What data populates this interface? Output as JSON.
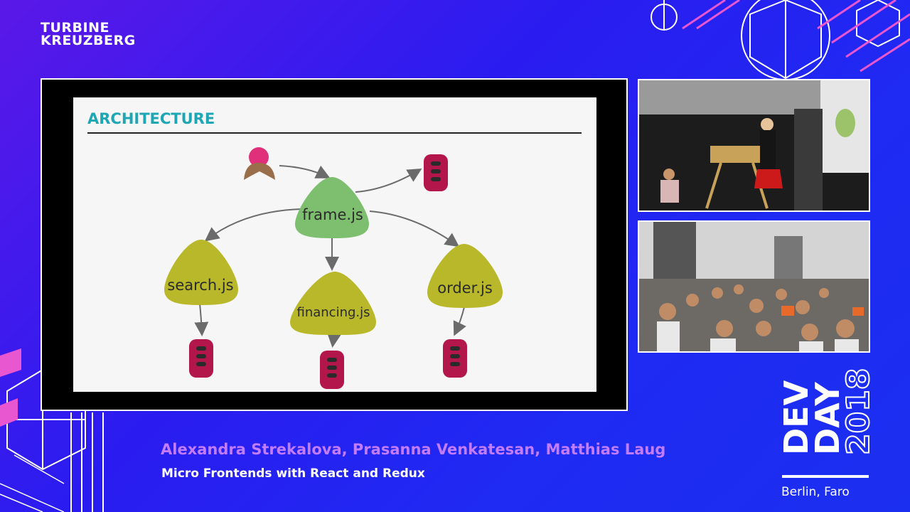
{
  "brand": {
    "line1": "TURBINE",
    "line2": "KREUZBERG"
  },
  "slide": {
    "title": "ARCHITECTURE",
    "nodes": {
      "frame": "frame.js",
      "search": "search.js",
      "financing": "financing.js",
      "order": "order.js"
    },
    "icons": [
      "user-icon",
      "database-icon"
    ]
  },
  "footer": {
    "speakers": "Alexandra Strekalova, Prasanna Venkatesan, Matthias Laug",
    "talk_title": "Micro Frontends with React and Redux"
  },
  "event": {
    "line1": "DEV",
    "line2": "DAY",
    "year": "2018",
    "location": "Berlin, Faro"
  },
  "colors": {
    "background": "#2a1cf0",
    "frame_node": "#7dbf6e",
    "child_node": "#b9b82a",
    "database": "#b3164b",
    "title": "#1fa6b5",
    "speakers": "#c37cff"
  }
}
